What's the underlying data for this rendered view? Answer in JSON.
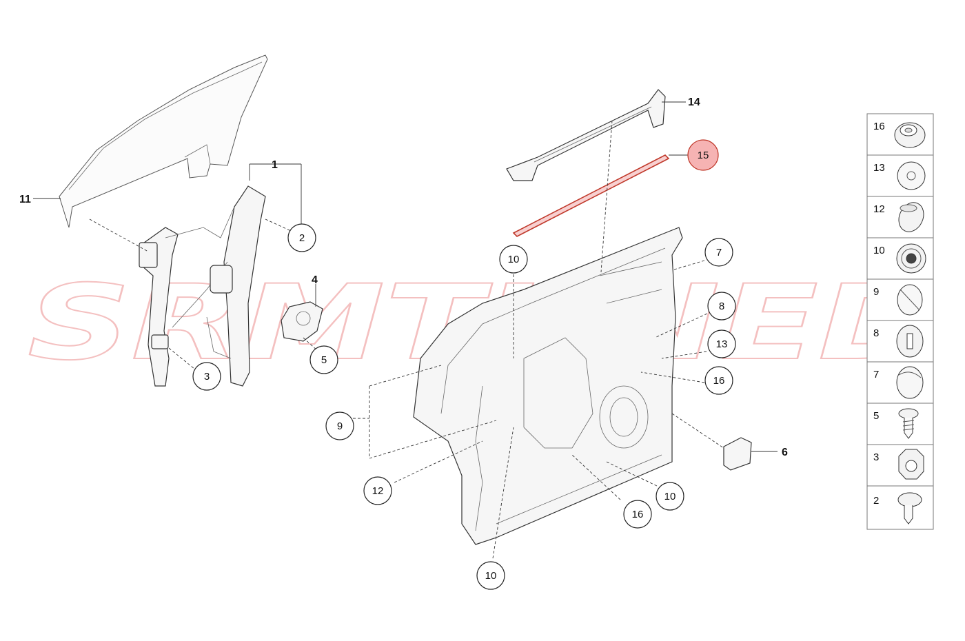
{
  "watermark": "SRMTUNED",
  "callouts": [
    {
      "id": "c2",
      "label": "2",
      "highlight": false
    },
    {
      "id": "c3",
      "label": "3",
      "highlight": false
    },
    {
      "id": "c5",
      "label": "5",
      "highlight": false
    },
    {
      "id": "c15",
      "label": "15",
      "highlight": true
    },
    {
      "id": "c10a",
      "label": "10",
      "highlight": false
    },
    {
      "id": "c7",
      "label": "7",
      "highlight": false
    },
    {
      "id": "c8",
      "label": "8",
      "highlight": false
    },
    {
      "id": "c13",
      "label": "13",
      "highlight": false
    },
    {
      "id": "c16a",
      "label": "16",
      "highlight": false
    },
    {
      "id": "c9",
      "label": "9",
      "highlight": false
    },
    {
      "id": "c12",
      "label": "12",
      "highlight": false
    },
    {
      "id": "c16b",
      "label": "16",
      "highlight": false
    },
    {
      "id": "c10b",
      "label": "10",
      "highlight": false
    },
    {
      "id": "c10c",
      "label": "10",
      "highlight": false
    }
  ],
  "plain_labels": [
    {
      "id": "p11",
      "label": "11"
    },
    {
      "id": "p1",
      "label": "1"
    },
    {
      "id": "p4",
      "label": "4"
    },
    {
      "id": "p14",
      "label": "14"
    },
    {
      "id": "p6",
      "label": "6"
    }
  ],
  "legend": [
    {
      "number": "16",
      "icon": "grommet-icon"
    },
    {
      "number": "13",
      "icon": "flat-plug-icon"
    },
    {
      "number": "12",
      "icon": "angled-plug-icon"
    },
    {
      "number": "10",
      "icon": "ribbed-plug-icon"
    },
    {
      "number": "9",
      "icon": "oval-plug-icon"
    },
    {
      "number": "8",
      "icon": "slotted-plug-icon"
    },
    {
      "number": "7",
      "icon": "round-cap-icon"
    },
    {
      "number": "5",
      "icon": "screw-icon"
    },
    {
      "number": "3",
      "icon": "nut-icon"
    },
    {
      "number": "2",
      "icon": "bolt-icon"
    }
  ]
}
